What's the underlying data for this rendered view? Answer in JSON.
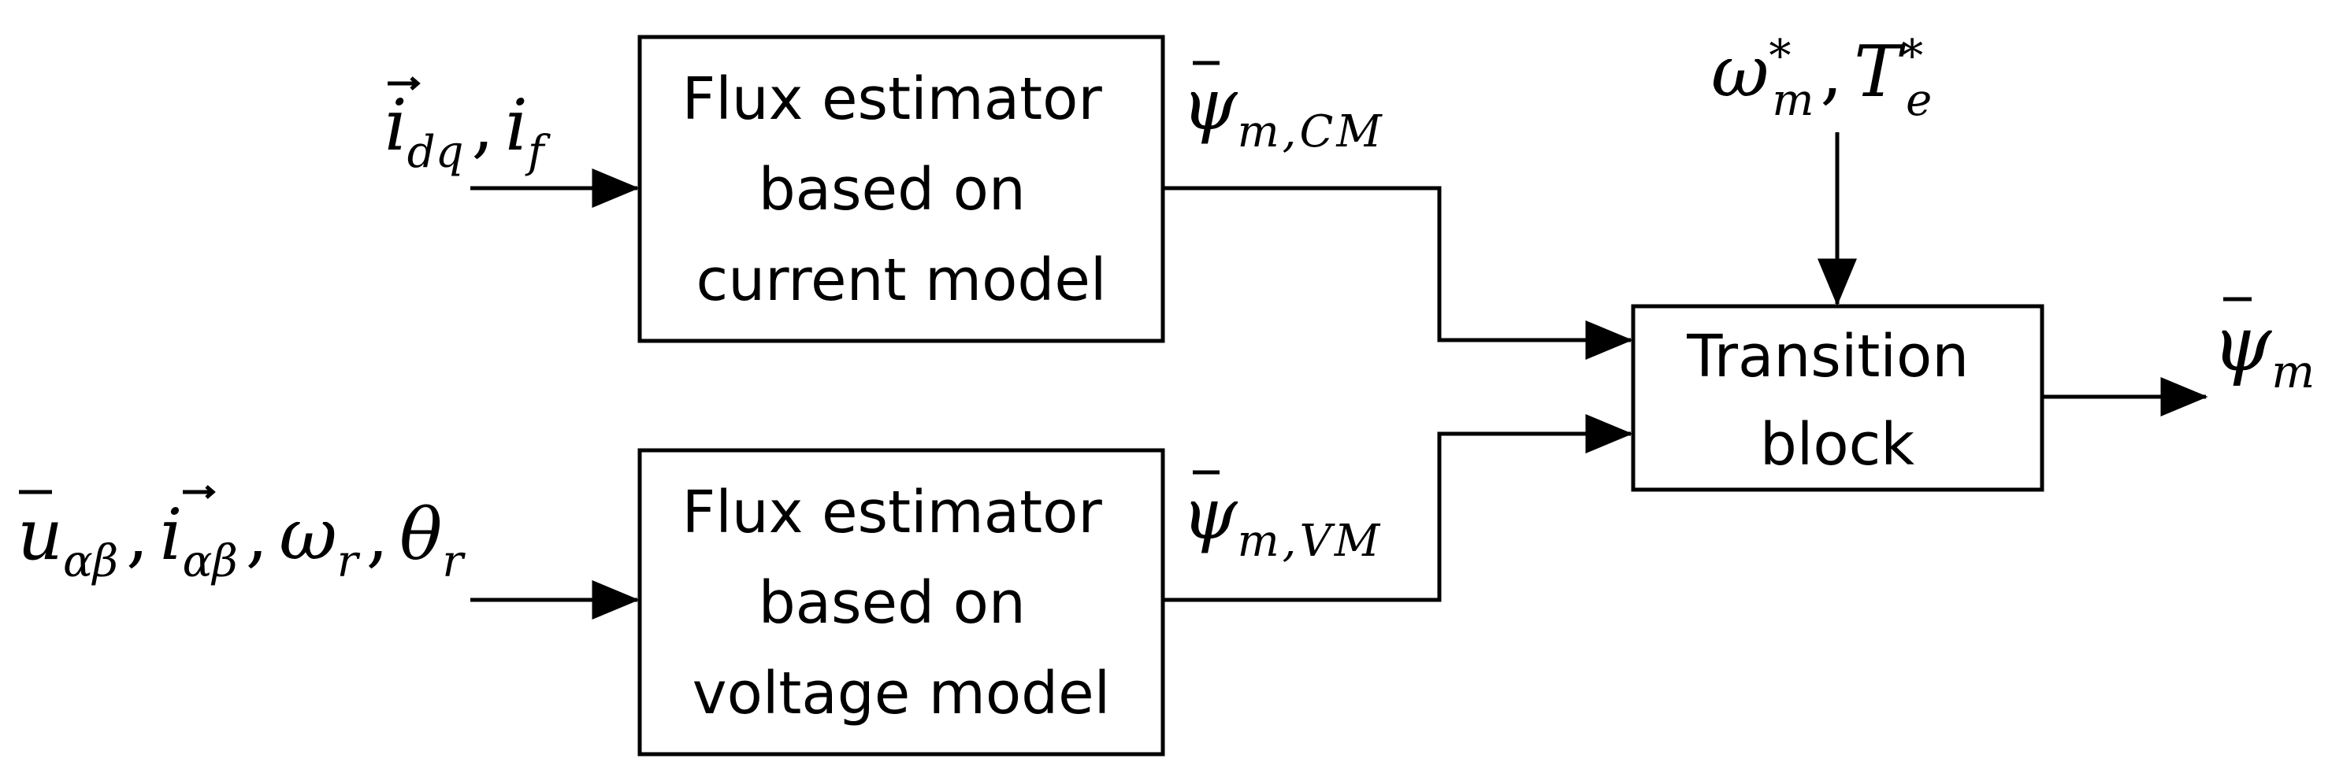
{
  "blocks": {
    "current_model": {
      "lines": [
        "Flux estimator",
        "based on",
        "current model"
      ]
    },
    "voltage_model": {
      "lines": [
        "Flux estimator",
        "based on",
        "voltage model"
      ]
    },
    "transition": {
      "lines": [
        "Transition",
        "block"
      ]
    }
  },
  "signals": {
    "input_current": {
      "var1_base": "i",
      "var1_sub": "dq",
      "sep": ",",
      "var2_base": "i",
      "var2_sub": "f"
    },
    "input_voltage": {
      "u_base": "u",
      "u_sub": "αβ",
      "sep1": ",",
      "i_base": "i",
      "i_sub": "αβ",
      "sep2": ",",
      "w_base": "ω",
      "w_sub": "r",
      "sep3": ",",
      "th_base": "θ",
      "th_sub": "r"
    },
    "psi_cm": {
      "base": "ψ",
      "sub": "m,CM"
    },
    "psi_vm": {
      "base": "ψ",
      "sub": "m,VM"
    },
    "references": {
      "w_base": "ω",
      "w_sub": "m",
      "w_sup": "*",
      "sep": ",",
      "t_base": "T",
      "t_sub": "e",
      "t_sup": "*"
    },
    "output": {
      "base": "ψ",
      "sub": "m"
    }
  }
}
